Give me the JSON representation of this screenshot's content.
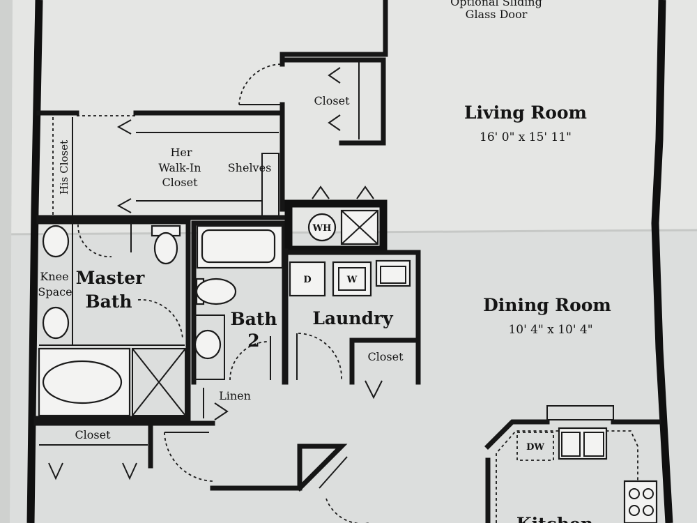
{
  "plan": {
    "top_note_line1": "Optional Sliding",
    "top_note_line2": "Glass Door",
    "rooms": {
      "living_room": {
        "name": "Living Room",
        "dims": "16' 0\" x 15' 11\""
      },
      "dining_room": {
        "name": "Dining Room",
        "dims": "10' 4\" x 10' 4\""
      },
      "closet_upper": "Closet",
      "his_closet": "His Closet",
      "her_closet_line1": "Her",
      "her_closet_line2": "Walk-In",
      "her_closet_line3": "Closet",
      "shelves": "Shelves",
      "master_bath_line1": "Master",
      "master_bath_line2": "Bath",
      "knee_space_line1": "Knee",
      "knee_space_line2": "Space",
      "bath2_line1": "Bath",
      "bath2_line2": "2",
      "laundry": "Laundry",
      "laundry_closet": "Closet",
      "linen": "Linen",
      "lower_closet": "Closet",
      "kitchen": "Kitchen"
    },
    "appliances": {
      "water_heater": "WH",
      "dryer": "D",
      "washer": "W",
      "dishwasher": "DW"
    }
  }
}
